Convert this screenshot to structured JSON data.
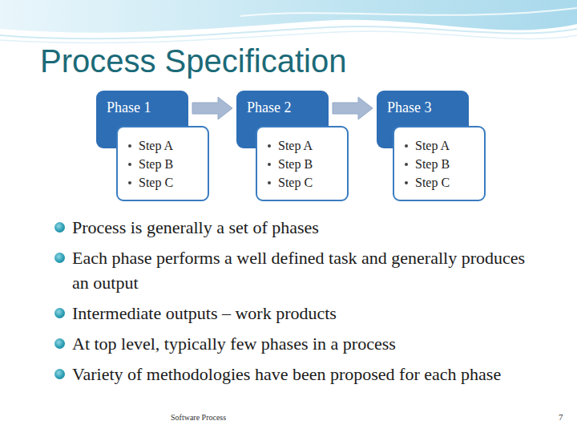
{
  "diagram": {
    "title": "Process Specification",
    "nodes": [
      {
        "text": [
          "Phase 1"
        ]
      },
      {
        "text": [
          "Step A",
          "Step B",
          "Step C"
        ]
      },
      {
        "text": [
          "Phase 2"
        ]
      },
      {
        "text": [
          "Step A",
          "Step B",
          "Step C"
        ]
      },
      {
        "text": [
          "Phase 3"
        ]
      },
      {
        "text": [
          "Step A",
          "Step B",
          "Step C"
        ]
      }
    ],
    "edges": [
      {
        "from": 0,
        "to": 2,
        "arrow": "to"
      },
      {
        "from": 2,
        "to": 4,
        "arrow": "to"
      }
    ],
    "labels": [
      "Process is generally a set of phases",
      "Each phase performs a well defined task and generally produces an output",
      "Intermediate outputs – work products",
      "At top level, typically few phases in a process",
      "Variety of methodologies have been proposed for each phase",
      "Software Process",
      "7"
    ]
  }
}
